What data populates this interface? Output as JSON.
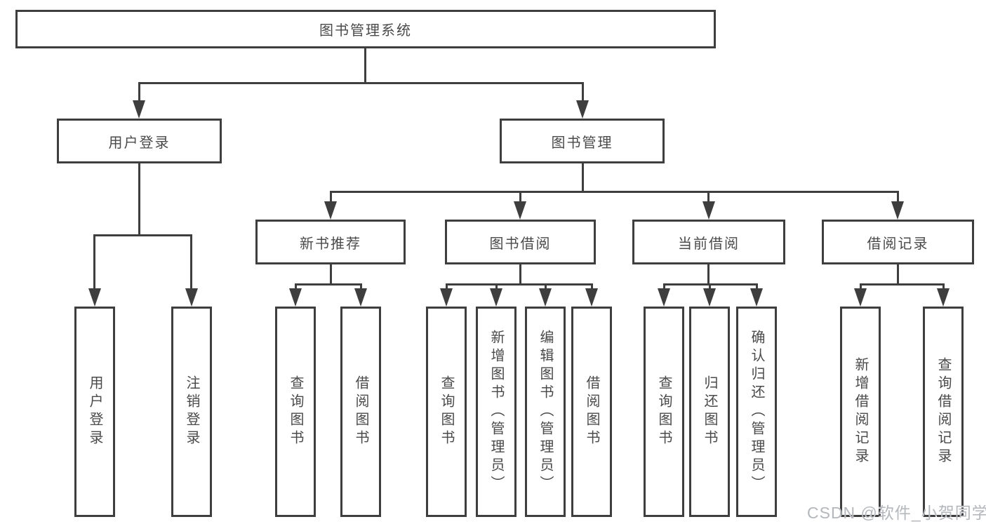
{
  "tree": {
    "label": "图书管理系统",
    "children": [
      {
        "label": "用户登录",
        "children": [
          {
            "label": "用户登录"
          },
          {
            "label": "注销登录"
          }
        ]
      },
      {
        "label": "图书管理",
        "children": [
          {
            "label": "新书推荐",
            "children": [
              {
                "label": "查询图书"
              },
              {
                "label": "借阅图书"
              }
            ]
          },
          {
            "label": "图书借阅",
            "children": [
              {
                "label": "查询图书"
              },
              {
                "label": "新增图书（管理员）"
              },
              {
                "label": "编辑图书（管理员）"
              },
              {
                "label": "借阅图书"
              }
            ]
          },
          {
            "label": "当前借阅",
            "children": [
              {
                "label": "查询图书"
              },
              {
                "label": "归还图书"
              },
              {
                "label": "确认归还（管理员）"
              }
            ]
          },
          {
            "label": "借阅记录",
            "children": [
              {
                "label": "新增借阅记录"
              },
              {
                "label": "查询借阅记录"
              }
            ]
          }
        ]
      }
    ]
  },
  "watermark": "CSDN @软件_小贺同学",
  "colors": {
    "line": "#3e3e3e",
    "node_border": "#3e3e3e",
    "node_text": "#4a4a4a",
    "background": "#ffffff",
    "watermark_text": "#b4b7bb"
  }
}
